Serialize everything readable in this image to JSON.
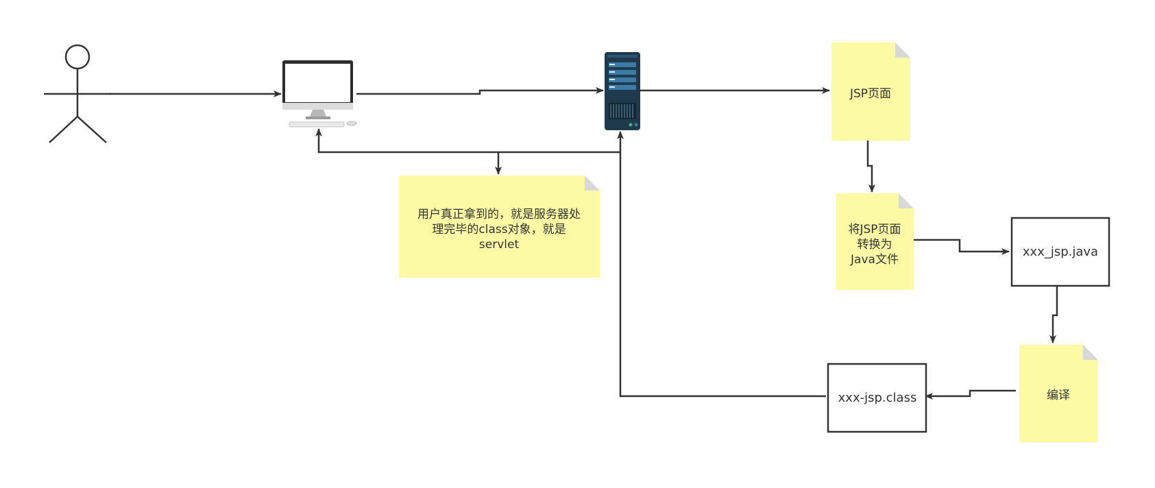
{
  "nodes": {
    "user": {
      "label": ""
    },
    "computer": {
      "label": ""
    },
    "server": {
      "label": ""
    },
    "jsp_page": {
      "label": "JSP页面"
    },
    "convert_note": {
      "lines": [
        "将JSP页面",
        "转换为",
        "Java文件"
      ]
    },
    "java_file": {
      "label": "xxx_jsp.java"
    },
    "compile_note": {
      "label": "编译"
    },
    "class_file": {
      "label": "xxx-jsp.class"
    },
    "response_note": {
      "lines": [
        "用户真正拿到的，就是服务器处",
        "理完毕的class对象，就是",
        "servlet"
      ]
    }
  },
  "colors": {
    "note_fill": "#fdfaa6",
    "note_fold": "#d8d8d8",
    "stroke": "#333333",
    "server_body": "#1e3a4c",
    "server_accent": "#3a7ca5",
    "monitor_frame": "#2d2d2d"
  }
}
